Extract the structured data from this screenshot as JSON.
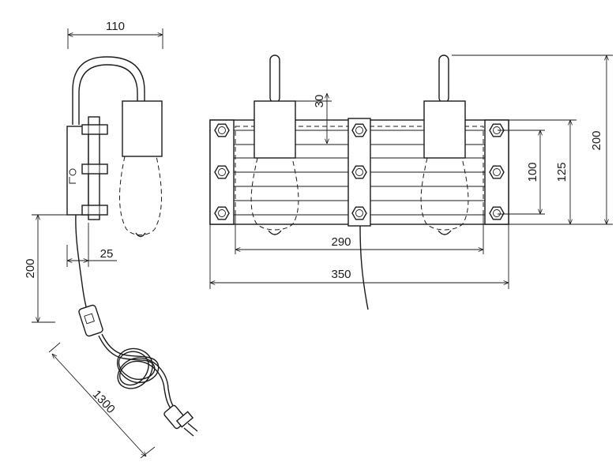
{
  "dimensions": {
    "top_width": "110",
    "bracket_depth": "25",
    "cable_drop": "200",
    "cable_length": "1300",
    "socket_height": "30",
    "inner_width": "290",
    "total_width": "350",
    "hole_spacing": "100",
    "plate_height": "125",
    "total_height": "200"
  }
}
